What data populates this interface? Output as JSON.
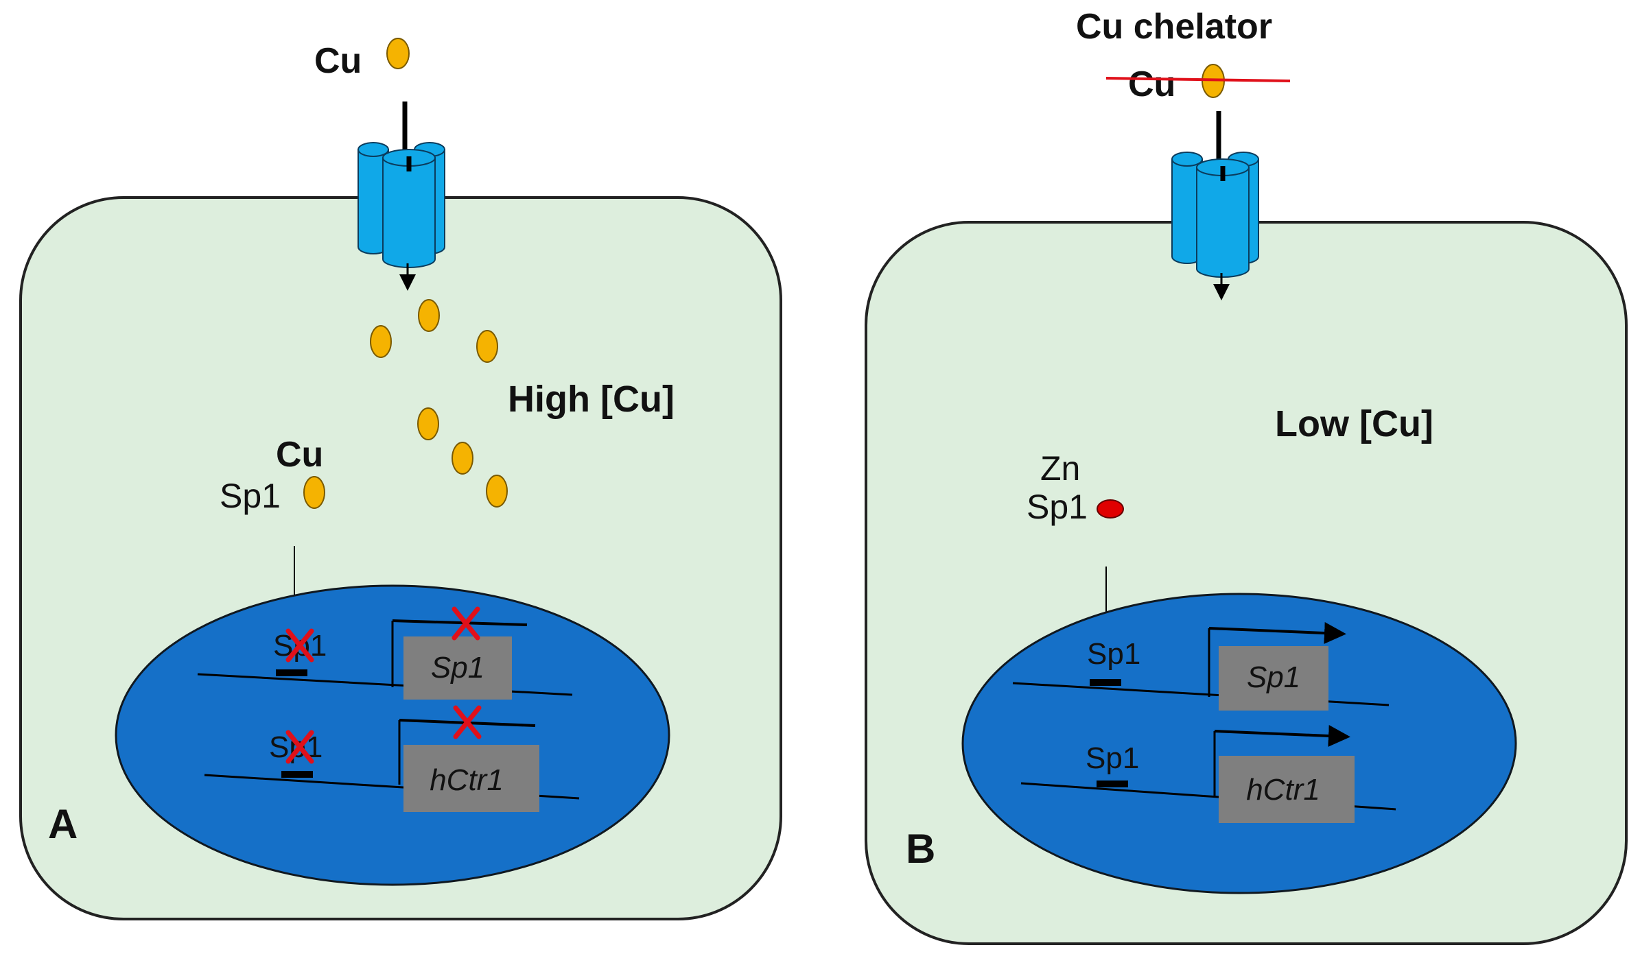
{
  "panel_a": {
    "panel_letter": "A",
    "outside_ion_label": "Cu",
    "concentration_label": "High [Cu]",
    "bound_metal_label": "Cu",
    "factor_label": "Sp1",
    "site1_label": "Sp1",
    "site2_label": "Sp1",
    "gene1_label": "Sp1",
    "gene2_label": "hCtr1"
  },
  "panel_b": {
    "panel_letter": "B",
    "chelator_label": "Cu chelator",
    "blocked_ion_label": "Cu",
    "concentration_label": "Low [Cu]",
    "bound_metal_label": "Zn",
    "factor_label": "Sp1",
    "site1_label": "Sp1",
    "site2_label": "Sp1",
    "gene1_label": "Sp1",
    "gene2_label": "hCtr1"
  },
  "colors": {
    "cell_fill": "#ddeedd",
    "nucleus_fill": "#1570c8",
    "channel": "#10a8e8",
    "copper_ion": "#f5b301",
    "zinc_ion": "#e00000",
    "gene_box": "#7f7f7f",
    "inhibition_cross": "#e0101a"
  }
}
